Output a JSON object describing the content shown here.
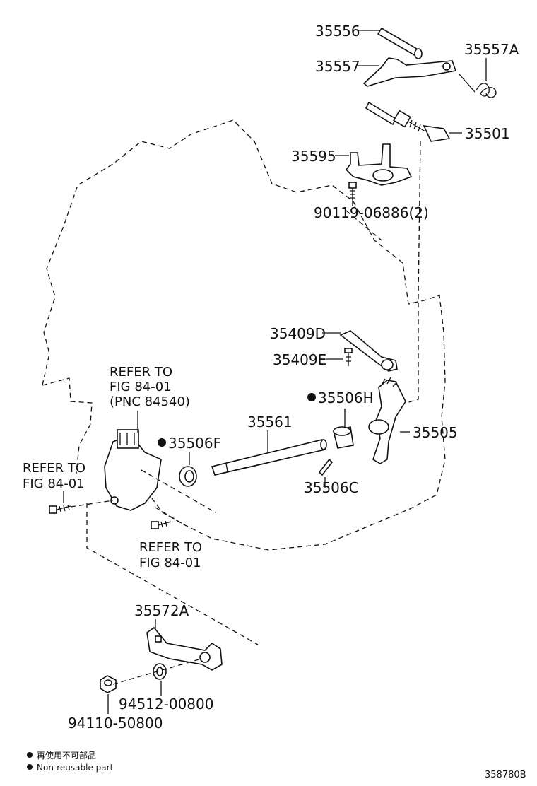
{
  "parts": {
    "p35556": "35556",
    "p35557": "35557",
    "p35557A": "35557A",
    "p35501": "35501",
    "p35595": "35595",
    "p90119": "90119-06886(2)",
    "p35409D": "35409D",
    "p35409E": "35409E",
    "p35506H": "35506H",
    "p35505": "35505",
    "p35561": "35561",
    "p35506F": "35506F",
    "p35506C": "35506C",
    "p35572A": "35572A",
    "p94512": "94512-00800",
    "p94110": "94110-50800"
  },
  "refs": {
    "ref1": [
      "REFER TO",
      "FIG 84-01",
      "(PNC 84540)"
    ],
    "ref2": [
      "REFER TO",
      "FIG 84-01"
    ],
    "ref3": [
      "REFER TO",
      "FIG 84-01"
    ]
  },
  "legend": {
    "line1": "再使用不可部品",
    "line2": "Non-reusable part"
  },
  "diagram_code": "358780B"
}
